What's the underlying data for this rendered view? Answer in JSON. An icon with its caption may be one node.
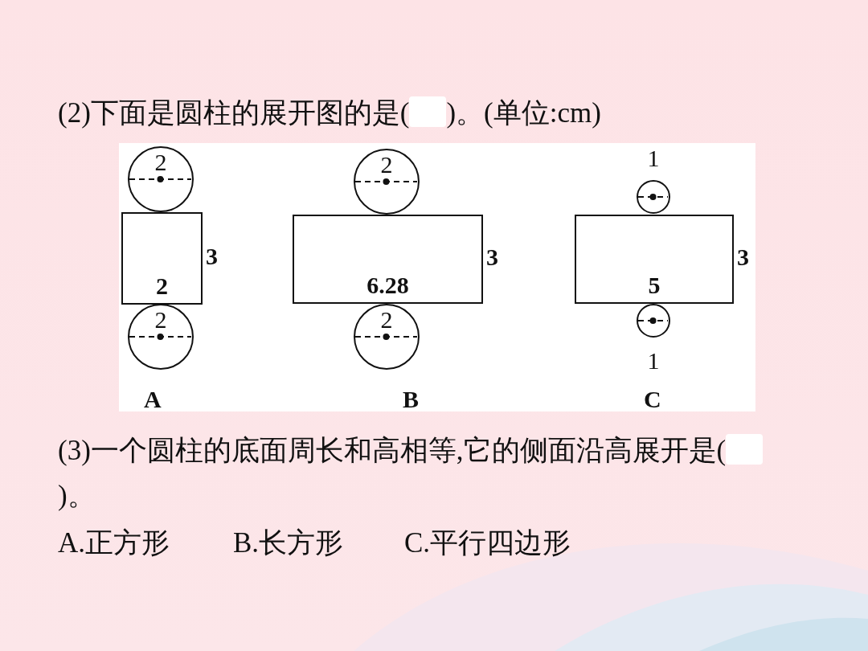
{
  "diagram": {
    "nodes": [
      {
        "text": [
          "2"
        ]
      },
      {
        "text": [
          "2"
        ],
        "beside": [
          "3"
        ]
      },
      {
        "text": [
          "2"
        ]
      },
      {
        "text": [
          "2"
        ]
      },
      {
        "text": [
          "6.28"
        ],
        "beside": [
          "3"
        ]
      },
      {
        "text": [
          "2"
        ]
      },
      {
        "text": [
          "1"
        ]
      },
      {
        "text": [
          "5"
        ],
        "beside": [
          "3"
        ]
      },
      {
        "text": [
          "1"
        ]
      }
    ],
    "labels": [
      "(2)下面是圆柱的展开图的是(",
      ")。(单位:cm)",
      "A",
      "B",
      "C",
      "(3)一个圆柱的底面周长和高相等,它的侧面沿高展开是(",
      ")。",
      "A.正方形",
      "B.长方形",
      "C.平行四边形"
    ]
  }
}
